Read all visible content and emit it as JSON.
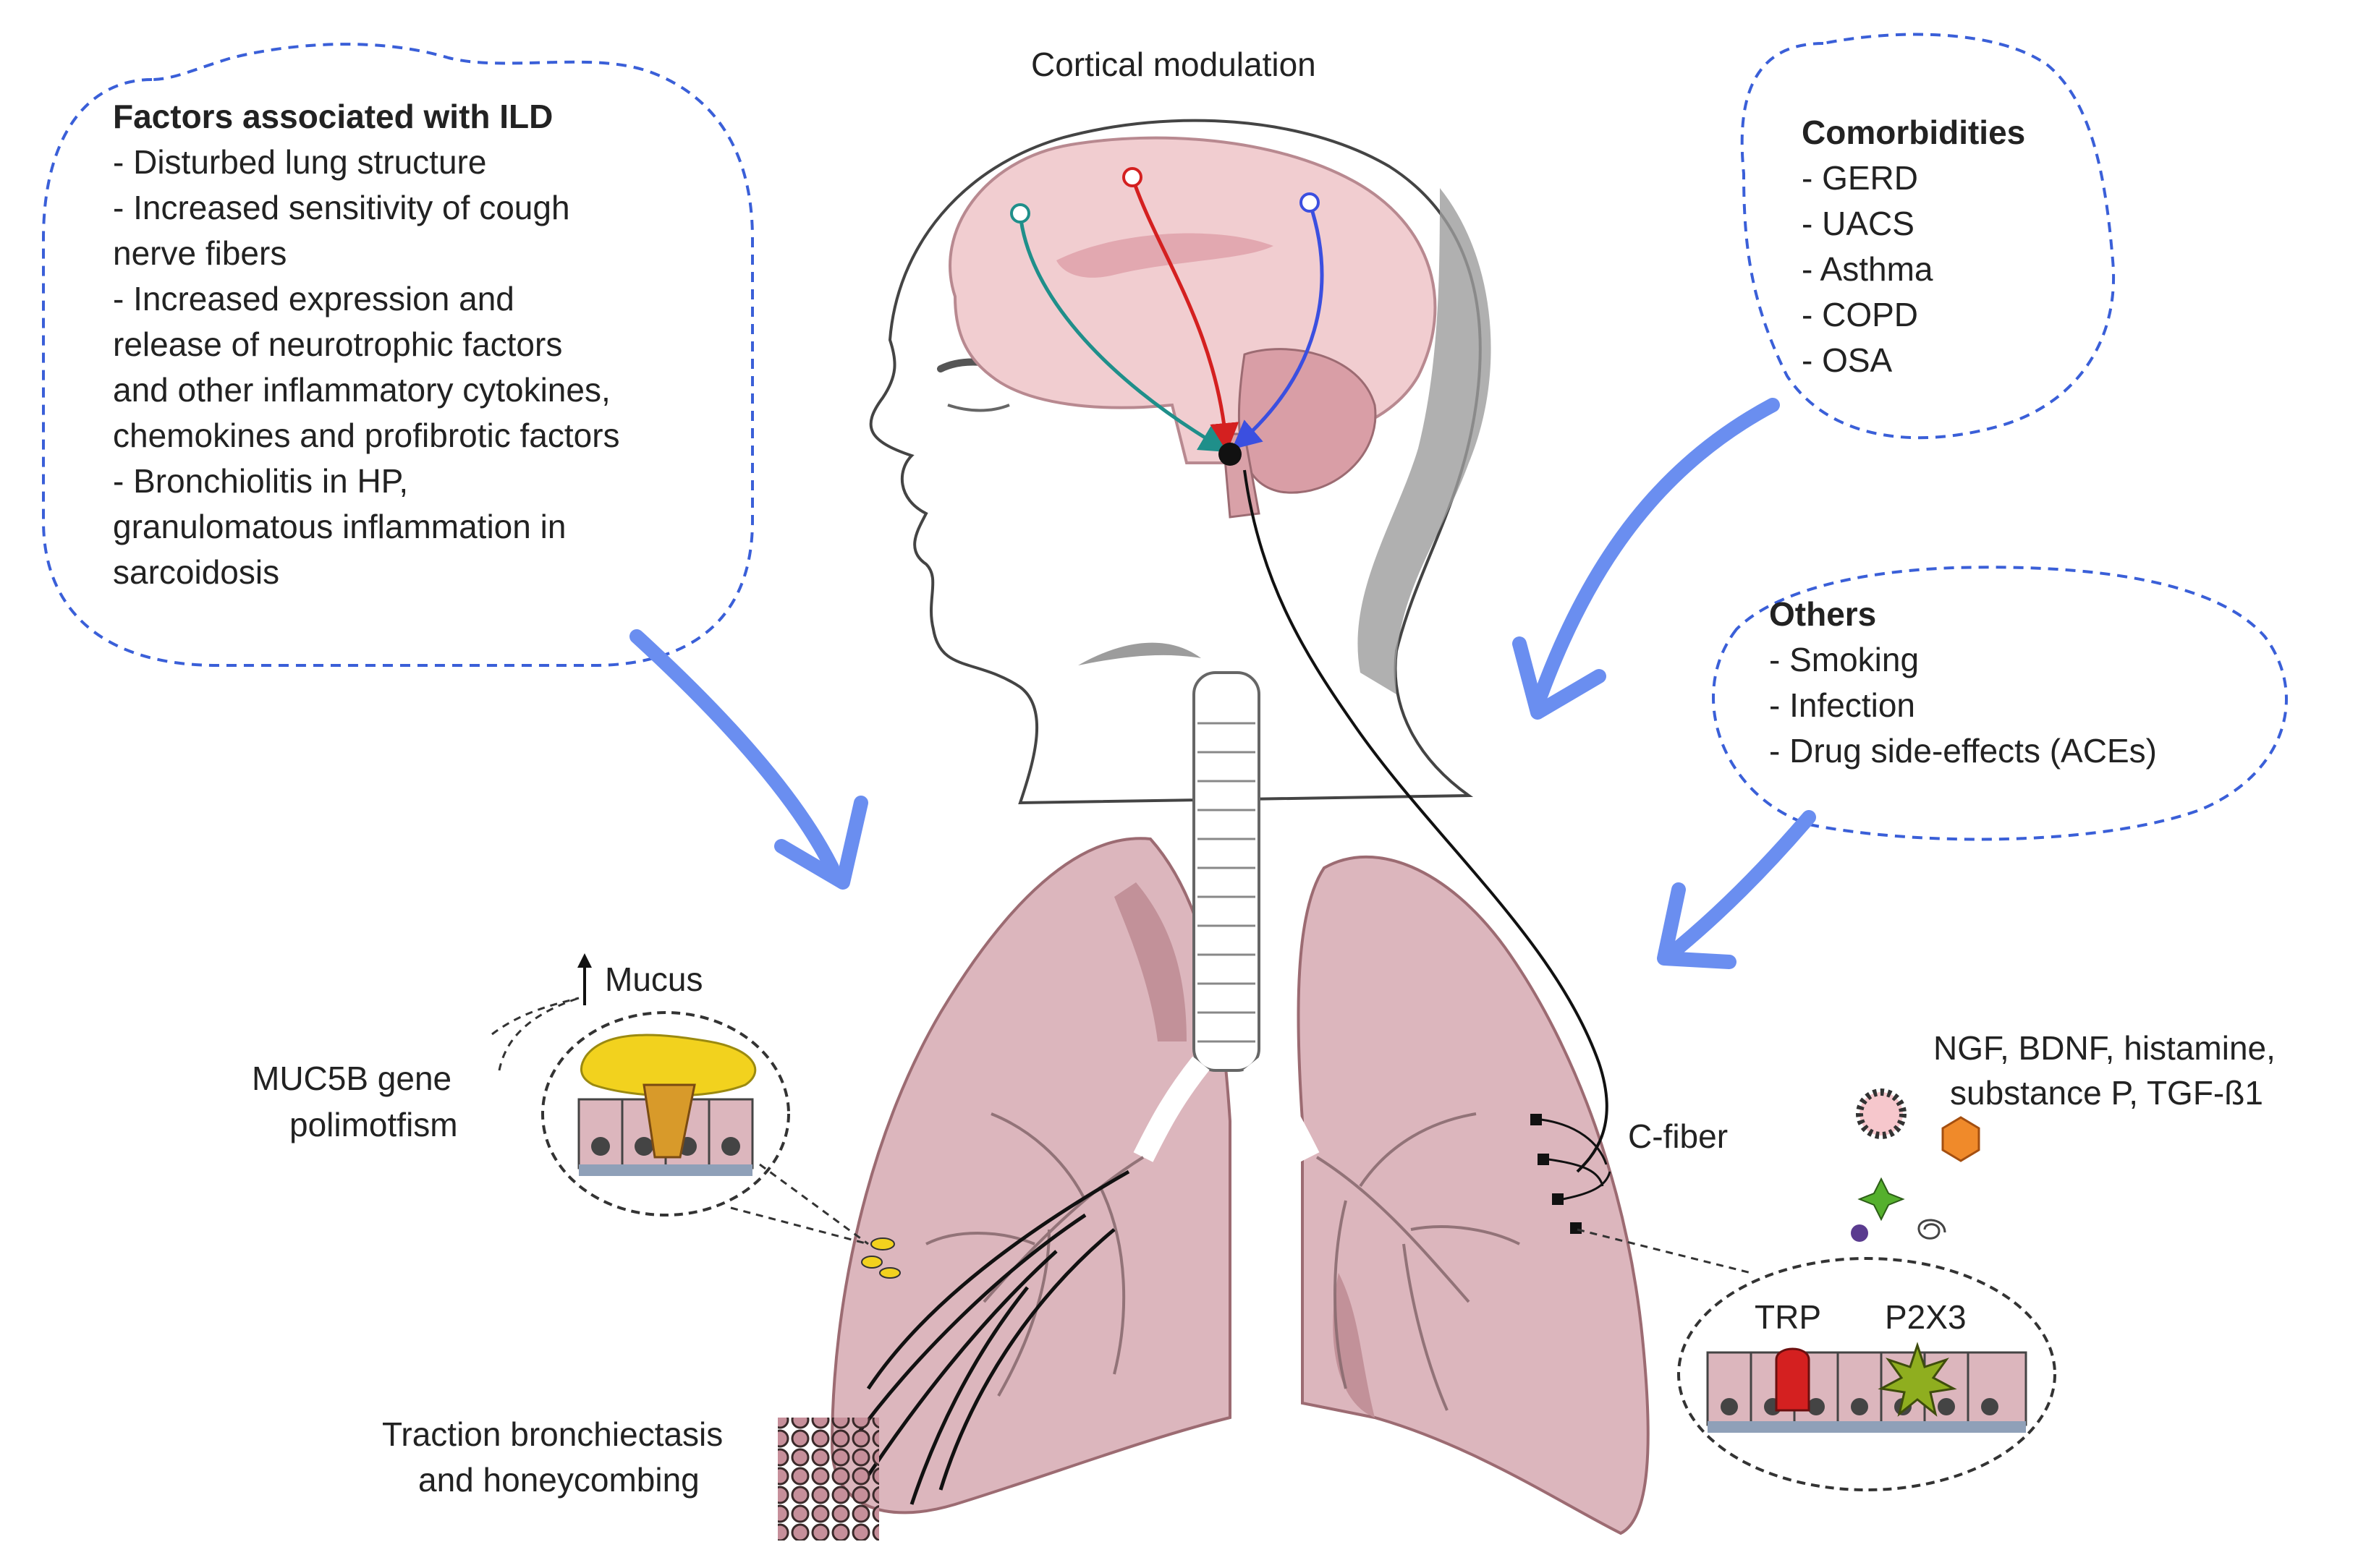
{
  "colors": {
    "brain_fill": "#f1cdd0",
    "cerebellum_fill": "#d99ea6",
    "lung_fill": "#dcb6bd",
    "lung_dark": "#c29199",
    "bubble_border": "#3a5fd8",
    "arrow_blue": "#6a8ef0",
    "path_teal": "#1f8f8a",
    "path_red": "#d42020",
    "path_blue": "#3b4fe0",
    "mucus_yellow": "#f2d21e"
  },
  "icons": [
    "brain-icon",
    "head-silhouette-icon",
    "lungs-icon",
    "trachea-icon",
    "epithelium-icon",
    "trp-channel-icon",
    "p2x3-receptor-icon",
    "honeycomb-icon"
  ],
  "header": {
    "cortical": "Cortical modulation"
  },
  "ild": {
    "title": "Factors associated with ILD",
    "lines": [
      "- Disturbed lung structure",
      "- Increased sensitivity of cough",
      "nerve fibers",
      "- Increased expression and",
      "release of neurotrophic factors",
      "and other inflammatory cytokines,",
      "chemokines and profibrotic factors",
      "- Bronchiolitis in HP,",
      "granulomatous inflammation in",
      "sarcoidosis"
    ]
  },
  "comorbidities": {
    "title": "Comorbidities",
    "items": [
      "- GERD",
      "- UACS",
      "- Asthma",
      "- COPD",
      "- OSA"
    ]
  },
  "others": {
    "title": "Others",
    "items": [
      "- Smoking",
      "- Infection",
      "- Drug side-effects (ACEs)"
    ]
  },
  "labels": {
    "mucus": "Mucus",
    "muc5b_1": "MUC5B gene",
    "muc5b_2": "polimotfism",
    "cfiber": "C-fiber",
    "mediators_1": "NGF, BDNF, histamine,",
    "mediators_2": "substance P, TGF-ß1",
    "trp": "TRP",
    "p2x3": "P2X3",
    "traction_1": "Traction bronchiectasis",
    "traction_2": "and honeycombing"
  }
}
